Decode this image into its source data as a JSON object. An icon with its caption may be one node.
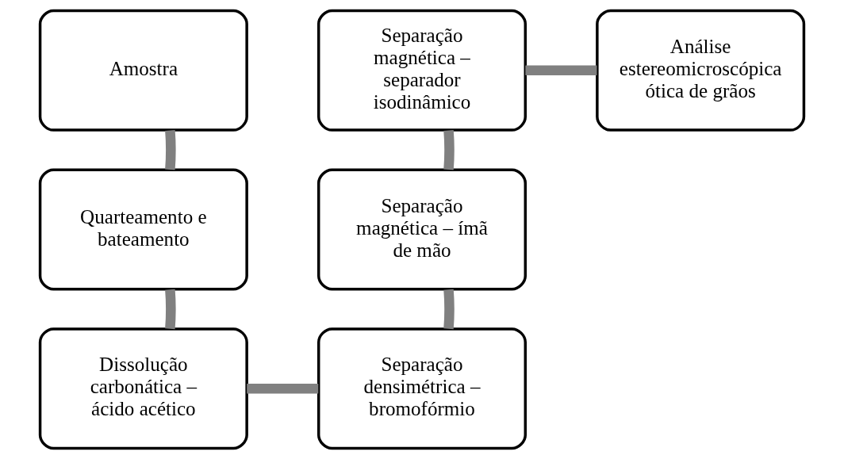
{
  "diagram": {
    "nodes": [
      {
        "text": [
          "Amostra"
        ]
      },
      {
        "text": [
          "Quarteamento e bateamento"
        ]
      },
      {
        "text": [
          "Dissolução carbonática – ácido acético"
        ]
      },
      {
        "text": [
          "Separação densimétrica – bromofórmio"
        ]
      },
      {
        "text": [
          "Separação magnética – ímã de mão"
        ]
      },
      {
        "text": [
          "Separação magnética – separador isodinâmico"
        ]
      },
      {
        "text": [
          "Análise estereomicroscópica ótica de grãos"
        ]
      }
    ],
    "edges": [
      {
        "from": 0,
        "to": 1,
        "arrow": "none"
      },
      {
        "from": 1,
        "to": 2,
        "arrow": "none"
      },
      {
        "from": 2,
        "to": 3,
        "arrow": "none"
      },
      {
        "from": 3,
        "to": 4,
        "arrow": "none"
      },
      {
        "from": 4,
        "to": 5,
        "arrow": "none"
      },
      {
        "from": 5,
        "to": 6,
        "arrow": "none"
      }
    ]
  }
}
